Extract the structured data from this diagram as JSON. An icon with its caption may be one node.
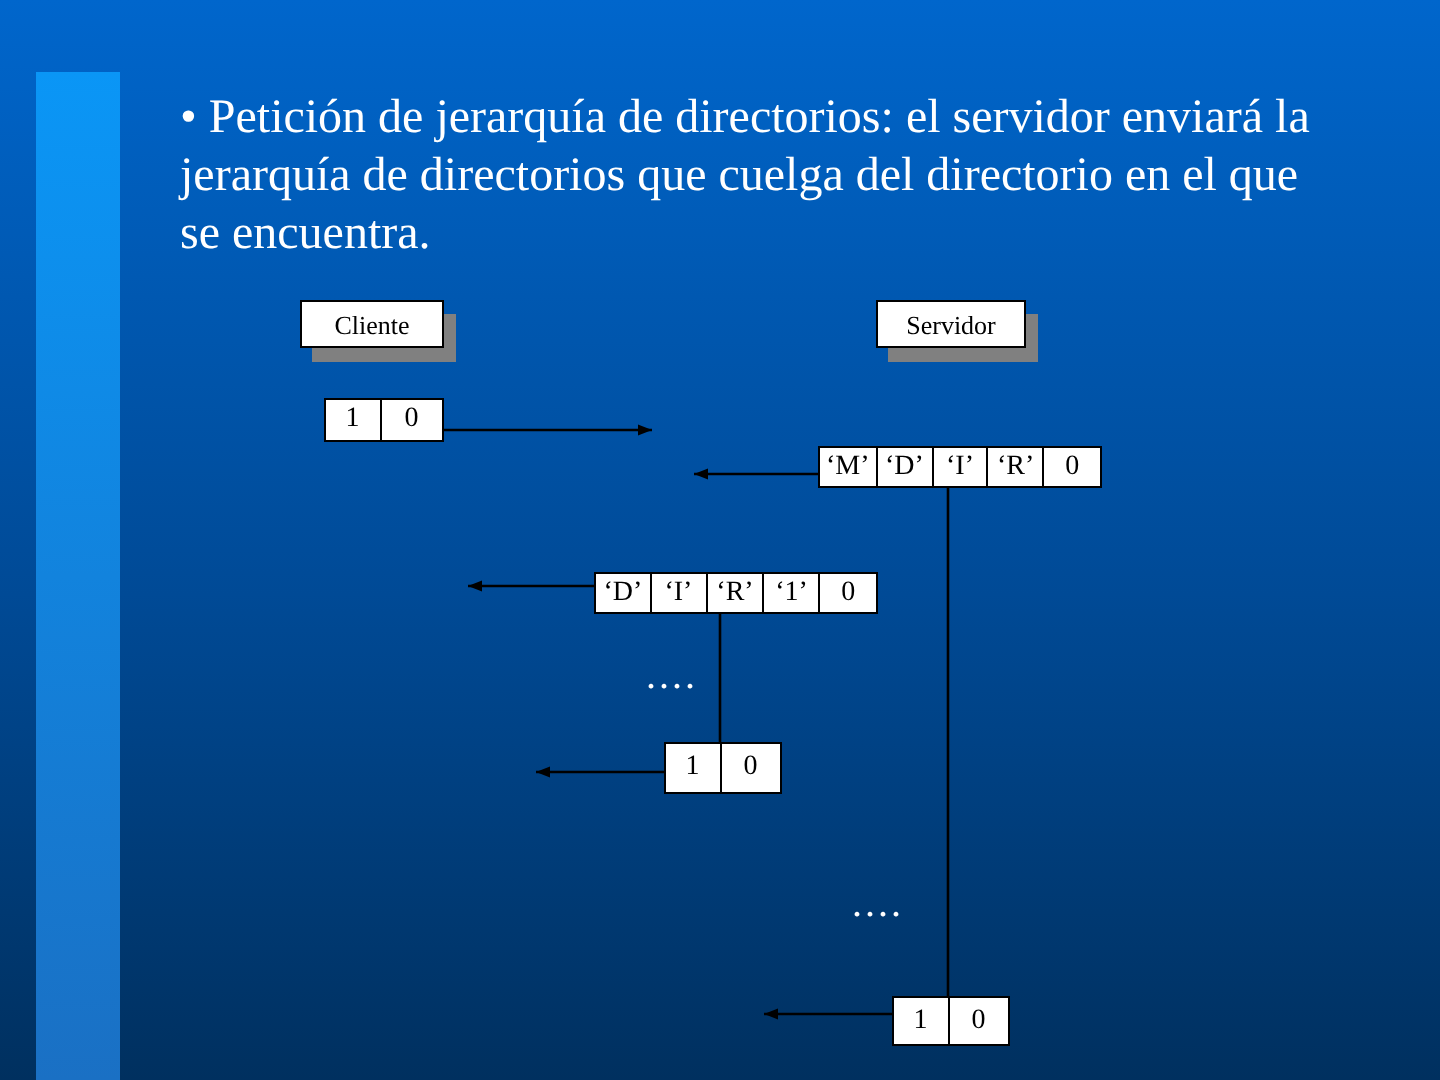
{
  "diagram": {
    "nodes": [
      {
        "text": [
          "Cliente"
        ]
      },
      {
        "text": [
          "Servidor"
        ]
      },
      {
        "text": [
          "1",
          "0"
        ]
      },
      {
        "text": [
          "‘M’",
          "‘D’",
          "‘I’",
          "‘R’",
          "0"
        ]
      },
      {
        "text": [
          "‘D’",
          "‘I’",
          "‘R’",
          "‘1’",
          "0"
        ]
      },
      {
        "text": [
          "1",
          "0"
        ]
      },
      {
        "text": [
          "1",
          "0"
        ]
      }
    ],
    "edges": [
      {
        "from": 2,
        "to": null,
        "arrow": "to"
      },
      {
        "from": 3,
        "to": null,
        "arrow": "to"
      },
      {
        "from": 3,
        "to": 6,
        "arrow": "none"
      },
      {
        "from": 4,
        "to": null,
        "arrow": "to"
      },
      {
        "from": 4,
        "to": 5,
        "arrow": "none"
      },
      {
        "from": 5,
        "to": null,
        "arrow": "to"
      },
      {
        "from": 6,
        "to": null,
        "arrow": "to"
      }
    ],
    "labels": [
      "• Petición de jerarquía de directorios: el servidor enviará la jerarquía de directorios que cuelga del directorio en el que se encuentra.",
      "....",
      "...."
    ]
  }
}
